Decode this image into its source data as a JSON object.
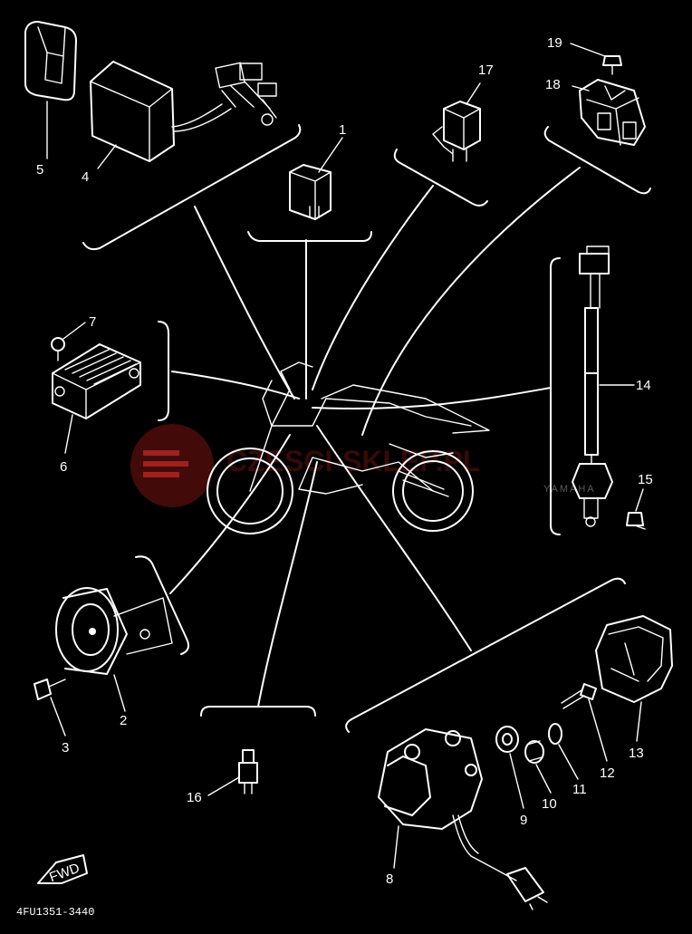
{
  "diagram": {
    "part_code": "4FU1351-3440",
    "fwd_label": "FWD",
    "watermark": {
      "main": "CZESCI-SKLEP.PL",
      "sub": "YAMAHA"
    },
    "callouts": [
      "1",
      "2",
      "3",
      "4",
      "5",
      "6",
      "7",
      "8",
      "9",
      "10",
      "11",
      "12",
      "13",
      "14",
      "15",
      "16",
      "17",
      "18",
      "19"
    ]
  }
}
